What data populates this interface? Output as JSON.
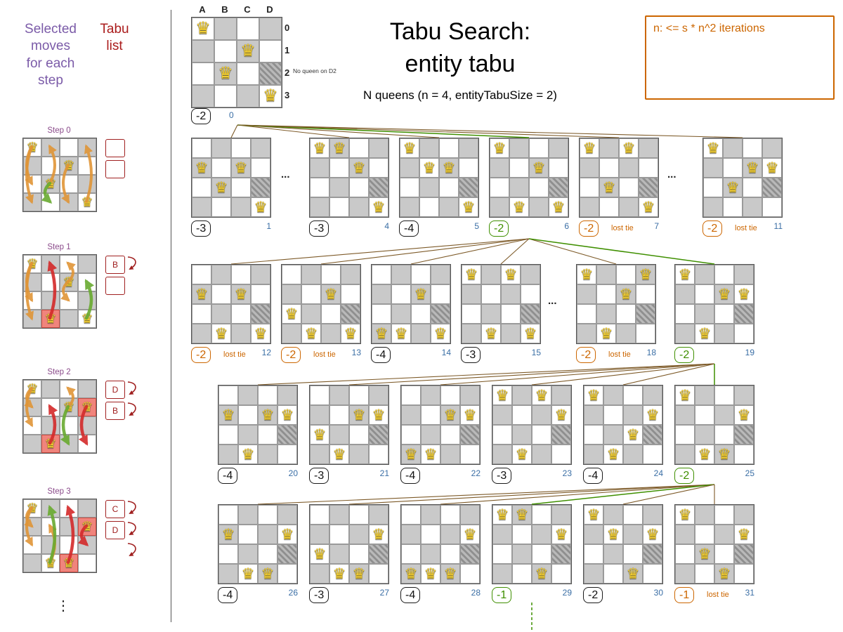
{
  "header": {
    "title_line1": "Tabu Search:",
    "title_line2": "entity tabu",
    "subtitle": "N queens (n = 4, entityTabuSize = 2)"
  },
  "note_box": {
    "text": "n: <= s * n^2 iterations",
    "color": "#cc6600"
  },
  "icons": {
    "queen_glyph": "♛"
  },
  "left_panel": {
    "selected_moves_label": "Selected\nmoves\nfor each\nstep",
    "tabu_list_label": "Tabu\nlist",
    "ellipsis_bottom": "⋮",
    "steps": [
      {
        "label": "Step 0",
        "queens": [
          [
            0,
            0
          ],
          [
            1,
            2
          ],
          [
            2,
            1
          ],
          [
            3,
            3
          ]
        ],
        "red_cells": [],
        "tabu_boxes": [
          "",
          ""
        ],
        "arc_count": 0,
        "arrows": [
          {
            "f": [
              0,
              0
            ],
            "t": [
              0,
              3
            ],
            "k": "o"
          },
          {
            "f": [
              0,
              0
            ],
            "t": [
              0,
              2
            ],
            "k": "o"
          },
          {
            "f": [
              1,
              2
            ],
            "t": [
              1,
              0
            ],
            "k": "o"
          },
          {
            "f": [
              2,
              1
            ],
            "t": [
              2,
              3
            ],
            "k": "o"
          },
          {
            "f": [
              3,
              3
            ],
            "t": [
              3,
              0
            ],
            "k": "o"
          },
          {
            "f": [
              1,
              2
            ],
            "t": [
              1,
              3
            ],
            "k": "g"
          }
        ]
      },
      {
        "label": "Step 1",
        "queens": [
          [
            0,
            0
          ],
          [
            1,
            3
          ],
          [
            2,
            1
          ],
          [
            3,
            3
          ]
        ],
        "red_cells": [
          [
            1,
            3
          ]
        ],
        "tabu_boxes": [
          "B",
          ""
        ],
        "arc_count": 1,
        "arrows": [
          {
            "f": [
              0,
              0
            ],
            "t": [
              0,
              3
            ],
            "k": "o"
          },
          {
            "f": [
              0,
              0
            ],
            "t": [
              0,
              2
            ],
            "k": "o"
          },
          {
            "f": [
              2,
              1
            ],
            "t": [
              2,
              0
            ],
            "k": "o"
          },
          {
            "f": [
              2,
              1
            ],
            "t": [
              2,
              2
            ],
            "k": "o"
          },
          {
            "f": [
              1,
              3
            ],
            "t": [
              1,
              0
            ],
            "k": "r"
          },
          {
            "f": [
              3,
              3
            ],
            "t": [
              3,
              1
            ],
            "k": "g"
          }
        ]
      },
      {
        "label": "Step 2",
        "queens": [
          [
            0,
            0
          ],
          [
            1,
            3
          ],
          [
            2,
            1
          ],
          [
            3,
            1
          ]
        ],
        "red_cells": [
          [
            1,
            3
          ],
          [
            3,
            1
          ]
        ],
        "tabu_boxes": [
          "D",
          "B"
        ],
        "arc_count": 2,
        "arrows": [
          {
            "f": [
              0,
              0
            ],
            "t": [
              0,
              2
            ],
            "k": "o"
          },
          {
            "f": [
              0,
              0
            ],
            "t": [
              0,
              1
            ],
            "k": "o"
          },
          {
            "f": [
              1,
              3
            ],
            "t": [
              1,
              1
            ],
            "k": "r"
          },
          {
            "f": [
              3,
              1
            ],
            "t": [
              3,
              3
            ],
            "k": "r"
          },
          {
            "f": [
              2,
              1
            ],
            "t": [
              2,
              0
            ],
            "k": "o"
          },
          {
            "f": [
              2,
              1
            ],
            "t": [
              2,
              3
            ],
            "k": "g"
          }
        ]
      },
      {
        "label": "Step 3",
        "queens": [
          [
            0,
            0
          ],
          [
            1,
            3
          ],
          [
            2,
            3
          ],
          [
            3,
            1
          ]
        ],
        "red_cells": [
          [
            2,
            3
          ],
          [
            3,
            1
          ]
        ],
        "tabu_boxes": [
          "C",
          "D"
        ],
        "arc_count": 3,
        "arrows": [
          {
            "f": [
              0,
              0
            ],
            "t": [
              0,
              2
            ],
            "k": "o"
          },
          {
            "f": [
              0,
              0
            ],
            "t": [
              0,
              1
            ],
            "k": "o"
          },
          {
            "f": [
              2,
              3
            ],
            "t": [
              2,
              0
            ],
            "k": "r"
          },
          {
            "f": [
              3,
              1
            ],
            "t": [
              3,
              2
            ],
            "k": "r"
          },
          {
            "f": [
              1,
              3
            ],
            "t": [
              1,
              1
            ],
            "k": "o"
          },
          {
            "f": [
              1,
              3
            ],
            "t": [
              1,
              0
            ],
            "k": "g"
          }
        ]
      }
    ]
  },
  "root_board": {
    "col_labels": [
      "A",
      "B",
      "C",
      "D"
    ],
    "row_labels": [
      "0",
      "1",
      "2",
      "3"
    ],
    "queens": [
      [
        0,
        0
      ],
      [
        1,
        2
      ],
      [
        2,
        1
      ],
      [
        3,
        3
      ]
    ],
    "score": "-2",
    "index": "0",
    "annotation": "No queen on D2"
  },
  "tree": {
    "hatched_cell": [
      3,
      2
    ],
    "lost_tie_label": "lost tie",
    "ellipsis": "...",
    "rows": [
      {
        "boards": [
          {
            "index": "1",
            "score": "-3",
            "queens": [
              [
                0,
                1
              ],
              [
                1,
                2
              ],
              [
                2,
                1
              ],
              [
                3,
                3
              ]
            ]
          },
          {
            "index": "4",
            "score": "-3",
            "queens": [
              [
                0,
                0
              ],
              [
                1,
                0
              ],
              [
                2,
                1
              ],
              [
                3,
                3
              ]
            ]
          },
          {
            "index": "5",
            "score": "-4",
            "queens": [
              [
                0,
                0
              ],
              [
                1,
                1
              ],
              [
                2,
                1
              ],
              [
                3,
                3
              ]
            ]
          },
          {
            "index": "6",
            "score": "-2",
            "selected": true,
            "queens": [
              [
                0,
                0
              ],
              [
                1,
                3
              ],
              [
                2,
                1
              ],
              [
                3,
                3
              ]
            ]
          },
          {
            "index": "7",
            "score": "-2",
            "lost_tie": true,
            "queens": [
              [
                0,
                0
              ],
              [
                1,
                2
              ],
              [
                2,
                0
              ],
              [
                3,
                3
              ]
            ]
          },
          {
            "index": "11",
            "score": "-2",
            "lost_tie": true,
            "queens": [
              [
                0,
                0
              ],
              [
                1,
                2
              ],
              [
                2,
                1
              ],
              [
                3,
                1
              ]
            ]
          }
        ]
      },
      {
        "boards": [
          {
            "index": "12",
            "score": "-2",
            "lost_tie": true,
            "queens": [
              [
                0,
                1
              ],
              [
                1,
                3
              ],
              [
                2,
                1
              ],
              [
                3,
                3
              ]
            ]
          },
          {
            "index": "13",
            "score": "-2",
            "lost_tie": true,
            "queens": [
              [
                0,
                2
              ],
              [
                1,
                3
              ],
              [
                2,
                1
              ],
              [
                3,
                3
              ]
            ]
          },
          {
            "index": "14",
            "score": "-4",
            "queens": [
              [
                0,
                3
              ],
              [
                1,
                3
              ],
              [
                2,
                1
              ],
              [
                3,
                3
              ]
            ]
          },
          {
            "index": "15",
            "score": "-3",
            "queens": [
              [
                0,
                0
              ],
              [
                1,
                3
              ],
              [
                2,
                0
              ],
              [
                3,
                3
              ]
            ]
          },
          {
            "index": "18",
            "score": "-2",
            "lost_tie": true,
            "queens": [
              [
                0,
                0
              ],
              [
                1,
                3
              ],
              [
                2,
                1
              ],
              [
                3,
                0
              ]
            ]
          },
          {
            "index": "19",
            "score": "-2",
            "selected": true,
            "queens": [
              [
                0,
                0
              ],
              [
                1,
                3
              ],
              [
                2,
                1
              ],
              [
                3,
                1
              ]
            ]
          }
        ]
      },
      {
        "boards": [
          {
            "index": "20",
            "score": "-4",
            "queens": [
              [
                0,
                1
              ],
              [
                1,
                3
              ],
              [
                2,
                1
              ],
              [
                3,
                1
              ]
            ]
          },
          {
            "index": "21",
            "score": "-3",
            "queens": [
              [
                0,
                2
              ],
              [
                1,
                3
              ],
              [
                2,
                1
              ],
              [
                3,
                1
              ]
            ]
          },
          {
            "index": "22",
            "score": "-4",
            "queens": [
              [
                0,
                3
              ],
              [
                1,
                3
              ],
              [
                2,
                1
              ],
              [
                3,
                1
              ]
            ]
          },
          {
            "index": "23",
            "score": "-3",
            "queens": [
              [
                0,
                0
              ],
              [
                1,
                3
              ],
              [
                2,
                0
              ],
              [
                3,
                1
              ]
            ]
          },
          {
            "index": "24",
            "score": "-4",
            "queens": [
              [
                0,
                0
              ],
              [
                1,
                3
              ],
              [
                2,
                2
              ],
              [
                3,
                1
              ]
            ]
          },
          {
            "index": "25",
            "score": "-2",
            "selected": true,
            "queens": [
              [
                0,
                0
              ],
              [
                1,
                3
              ],
              [
                2,
                3
              ],
              [
                3,
                1
              ]
            ]
          }
        ]
      },
      {
        "boards": [
          {
            "index": "26",
            "score": "-4",
            "queens": [
              [
                0,
                1
              ],
              [
                1,
                3
              ],
              [
                2,
                3
              ],
              [
                3,
                1
              ]
            ]
          },
          {
            "index": "27",
            "score": "-3",
            "queens": [
              [
                0,
                2
              ],
              [
                1,
                3
              ],
              [
                2,
                3
              ],
              [
                3,
                1
              ]
            ]
          },
          {
            "index": "28",
            "score": "-4",
            "queens": [
              [
                0,
                3
              ],
              [
                1,
                3
              ],
              [
                2,
                3
              ],
              [
                3,
                1
              ]
            ]
          },
          {
            "index": "29",
            "score": "-1",
            "selected": true,
            "queens": [
              [
                0,
                0
              ],
              [
                1,
                0
              ],
              [
                2,
                3
              ],
              [
                3,
                1
              ]
            ]
          },
          {
            "index": "30",
            "score": "-2",
            "queens": [
              [
                0,
                0
              ],
              [
                1,
                1
              ],
              [
                2,
                3
              ],
              [
                3,
                1
              ]
            ]
          },
          {
            "index": "31",
            "score": "-1",
            "lost_tie": true,
            "queens": [
              [
                0,
                0
              ],
              [
                1,
                2
              ],
              [
                2,
                3
              ],
              [
                3,
                1
              ]
            ]
          }
        ]
      }
    ]
  }
}
